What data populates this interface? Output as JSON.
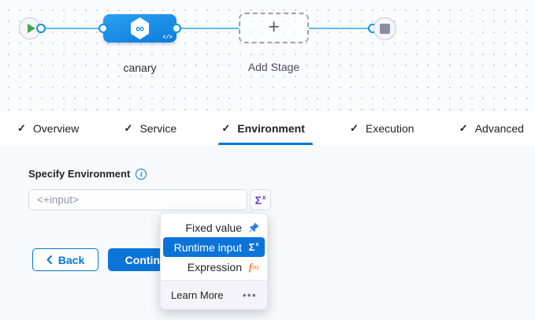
{
  "canvas": {
    "stage_label": "canary",
    "add_stage_label": "Add Stage",
    "add_stage_plus": "+",
    "infinity_glyph": "∞",
    "code_glyph": "</>"
  },
  "tabs_meta": {
    "check_glyph": "✓"
  },
  "tabs": [
    {
      "label": "Overview"
    },
    {
      "label": "Service"
    },
    {
      "label": "Environment",
      "active": true
    },
    {
      "label": "Execution"
    },
    {
      "label": "Advanced"
    }
  ],
  "form": {
    "label": "Specify Environment",
    "info_glyph": "i",
    "input_value": "<+input>",
    "sigma": "Σ",
    "sigma_sup": "x"
  },
  "buttons": {
    "back": "Back",
    "continue": "Continue"
  },
  "dropdown": {
    "items": [
      {
        "label": "Fixed value",
        "icon": "pin-icon"
      },
      {
        "label": "Runtime input",
        "icon": "sigma-icon",
        "selected": true,
        "icon_sigma": "Σ",
        "icon_sup": "x"
      },
      {
        "label": "Expression",
        "icon": "fx-icon",
        "icon_f": "f",
        "icon_sub": "(x)"
      }
    ],
    "footer": {
      "label": "Learn More",
      "more_glyph": "•••"
    }
  },
  "colors": {
    "primary_blue": "#0278d5",
    "node_blue": "#1e8fe6",
    "edge_blue": "#57c1ed",
    "connector_blue": "#0a93e1",
    "sigma_purple": "#6938c9",
    "expression_orange": "#fb7a24",
    "play_green": "#3eaa4a",
    "stop_gray": "#8b8da1",
    "content_bg": "#f7f9fc"
  }
}
